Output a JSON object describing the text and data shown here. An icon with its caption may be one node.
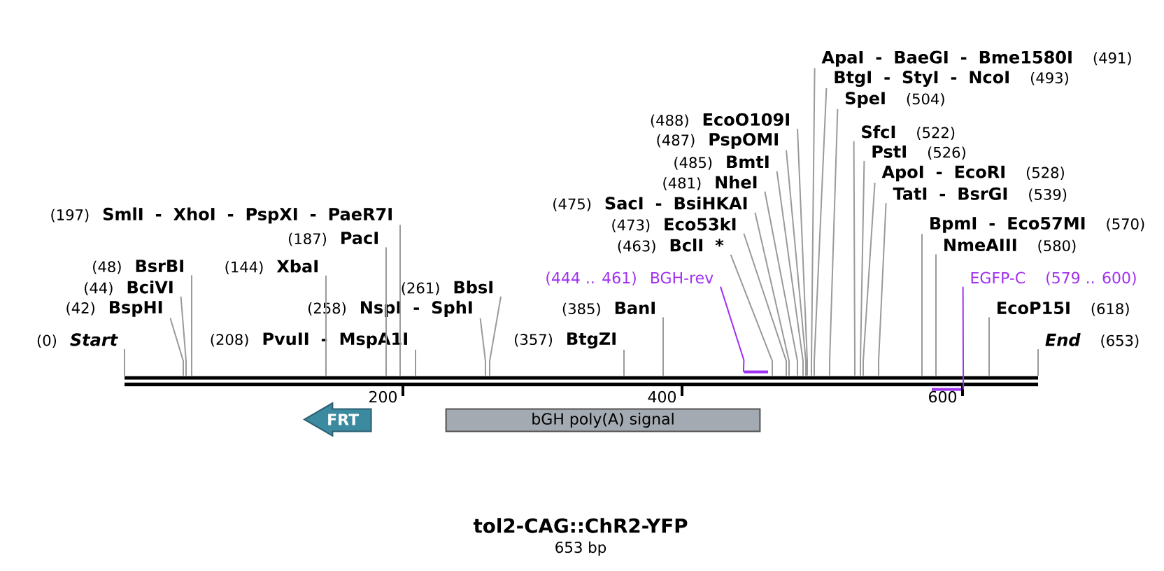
{
  "diagram": {
    "title": "tol2-CAG::ChR2-YFP",
    "nodes": [
      {
        "text": [
          "ApaI - BaeGI - Bme1580I",
          "(491)"
        ]
      },
      {
        "text": [
          "BtgI - StyI - NcoI",
          "(493)"
        ]
      },
      {
        "text": [
          "SpeI",
          "(504)"
        ]
      },
      {
        "text": [
          "(488)",
          "EcoO109I"
        ]
      },
      {
        "text": [
          "SfcI",
          "(522)"
        ]
      },
      {
        "text": [
          "(487)",
          "PspOMI"
        ]
      },
      {
        "text": [
          "PstI",
          "(526)"
        ]
      },
      {
        "text": [
          "(485)",
          "BmtI"
        ]
      },
      {
        "text": [
          "ApoI - EcoRI",
          "(528)"
        ]
      },
      {
        "text": [
          "(481)",
          "NheI"
        ]
      },
      {
        "text": [
          "TatI - BsrGI",
          "(539)"
        ]
      },
      {
        "text": [
          "(475)",
          "SacI - BsiHKAI"
        ]
      },
      {
        "text": [
          "(197)",
          "SmlI - XhoI - PspXI - PaeR7I"
        ]
      },
      {
        "text": [
          "(473)",
          "Eco53kI"
        ]
      },
      {
        "text": [
          "BpmI - Eco57MI",
          "(570)"
        ]
      },
      {
        "text": [
          "(187)",
          "PacI"
        ]
      },
      {
        "text": [
          "(463)",
          "BclI *"
        ]
      },
      {
        "text": [
          "NmeAIII",
          "(580)"
        ]
      },
      {
        "text": [
          "(48)",
          "BsrBI"
        ]
      },
      {
        "text": [
          "(144)",
          "XbaI"
        ]
      },
      {
        "text": [
          "(444 .. 461)",
          "BGH-rev"
        ]
      },
      {
        "text": [
          "EGFP-C",
          "(579 .. 600)"
        ]
      },
      {
        "text": [
          "(44)",
          "BciVI"
        ]
      },
      {
        "text": [
          "(261)",
          "BbsI"
        ]
      },
      {
        "text": [
          "(42)",
          "BspHI"
        ]
      },
      {
        "text": [
          "(258)",
          "NspI - SphI"
        ]
      },
      {
        "text": [
          "(385)",
          "BanI"
        ]
      },
      {
        "text": [
          "EcoP15I",
          "(618)"
        ]
      },
      {
        "text": [
          "(0)",
          "Start"
        ]
      },
      {
        "text": [
          "(208)",
          "PvuII - MspA1I"
        ]
      },
      {
        "text": [
          "(357)",
          "BtgZI"
        ]
      },
      {
        "text": [
          "End",
          "(653)"
        ]
      },
      {
        "text": [],
        "shape": "bar"
      },
      {
        "text": [],
        "shape": "bar"
      },
      {
        "text": [],
        "shape": "bar"
      },
      {
        "text": [
          "FRT"
        ]
      },
      {
        "text": [
          "bGH poly(A) signal"
        ]
      }
    ],
    "edges": [
      {
        "from": 0,
        "to": 32,
        "arrow": "none"
      },
      {
        "from": 1,
        "to": 32,
        "arrow": "none"
      },
      {
        "from": 2,
        "to": 32,
        "arrow": "none"
      },
      {
        "from": 3,
        "to": 32,
        "arrow": "none"
      },
      {
        "from": 4,
        "to": 32,
        "arrow": "none"
      },
      {
        "from": 5,
        "to": 32,
        "arrow": "none"
      },
      {
        "from": 6,
        "to": 32,
        "arrow": "none"
      },
      {
        "from": 7,
        "to": 32,
        "arrow": "none"
      },
      {
        "from": 8,
        "to": 32,
        "arrow": "none"
      },
      {
        "from": 9,
        "to": 32,
        "arrow": "none"
      },
      {
        "from": 10,
        "to": 32,
        "arrow": "none"
      },
      {
        "from": 11,
        "to": 32,
        "arrow": "none"
      },
      {
        "from": 12,
        "to": 32,
        "arrow": "none"
      },
      {
        "from": 13,
        "to": 32,
        "arrow": "none"
      },
      {
        "from": 14,
        "to": 32,
        "arrow": "none"
      },
      {
        "from": 15,
        "to": 32,
        "arrow": "none"
      },
      {
        "from": 16,
        "to": 32,
        "arrow": "none"
      },
      {
        "from": 17,
        "to": 32,
        "arrow": "none"
      },
      {
        "from": 18,
        "to": 32,
        "arrow": "none"
      },
      {
        "from": 19,
        "to": 32,
        "arrow": "none"
      },
      {
        "from": 20,
        "to": 33,
        "arrow": "none",
        "color": "#a030f0"
      },
      {
        "from": 21,
        "to": 34,
        "arrow": "none",
        "color": "#a030f0"
      },
      {
        "from": 22,
        "to": 32,
        "arrow": "none"
      },
      {
        "from": 23,
        "to": 32,
        "arrow": "none"
      },
      {
        "from": 24,
        "to": 32,
        "arrow": "none"
      },
      {
        "from": 25,
        "to": 32,
        "arrow": "none"
      },
      {
        "from": 26,
        "to": 32,
        "arrow": "none"
      },
      {
        "from": 27,
        "to": 32,
        "arrow": "none"
      },
      {
        "from": 28,
        "to": 32,
        "arrow": "none"
      },
      {
        "from": 29,
        "to": 32,
        "arrow": "none"
      },
      {
        "from": 30,
        "to": 32,
        "arrow": "none"
      },
      {
        "from": 31,
        "to": 32,
        "arrow": "none"
      }
    ],
    "labels": [
      "200",
      "400",
      "600",
      "653 bp"
    ]
  }
}
